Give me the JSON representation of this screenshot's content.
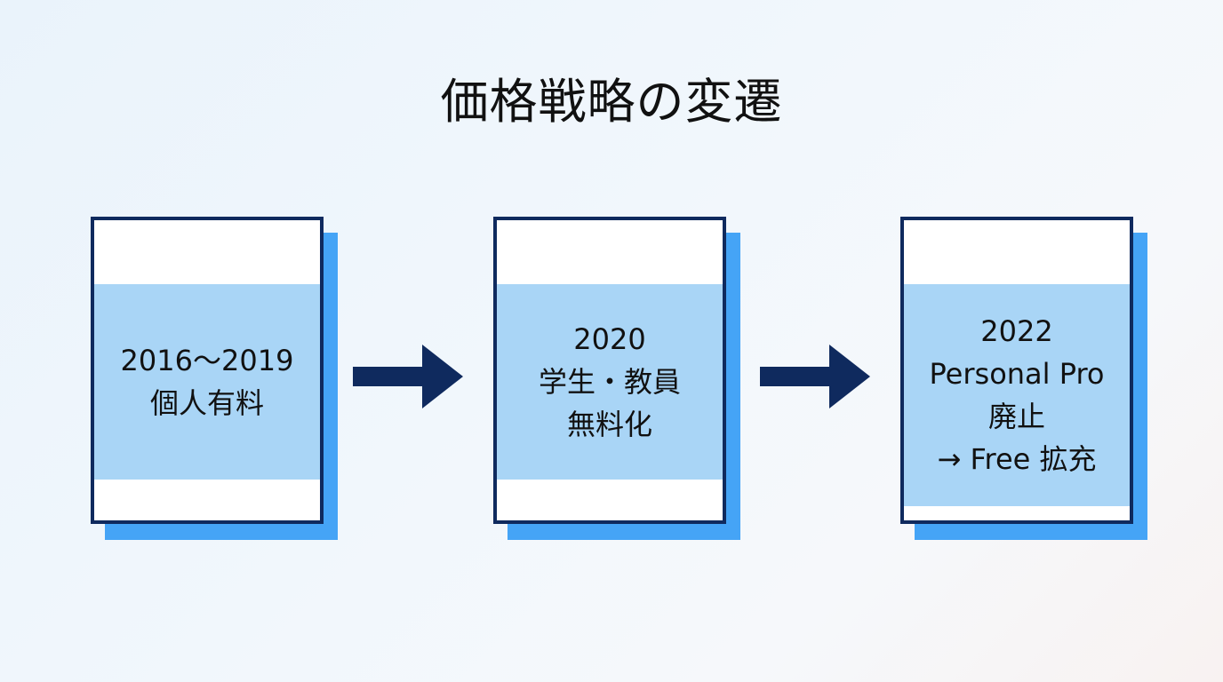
{
  "title": "価格戦略の変遷",
  "colors": {
    "border": "#0f2a5e",
    "band": "#a9d5f6",
    "shadow": "#45a4f6",
    "arrow": "#0f2a5e"
  },
  "cards": [
    {
      "lines": [
        "2016〜2019",
        "個人有料"
      ]
    },
    {
      "lines": [
        "2020",
        "学生・教員",
        "無料化"
      ]
    },
    {
      "lines": [
        "2022",
        "Personal Pro",
        "廃止",
        "→ Free 拡充"
      ]
    }
  ],
  "arrows": [
    {
      "icon": "right-arrow-icon"
    },
    {
      "icon": "right-arrow-icon"
    }
  ]
}
